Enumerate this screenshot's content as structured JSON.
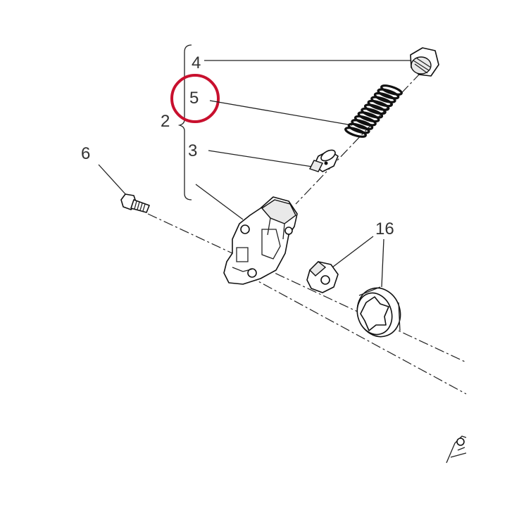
{
  "diagram": {
    "callouts": {
      "group": "2",
      "cap": "4",
      "spring": "5",
      "plunger": "3",
      "bolt": "6",
      "rotors": "16"
    },
    "highlight_color": "#c8102e",
    "highlighted_callout": "5"
  }
}
